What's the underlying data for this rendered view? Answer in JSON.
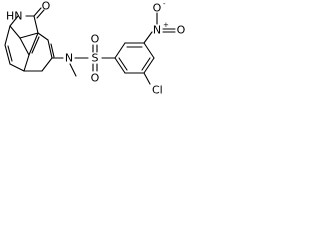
{
  "molecule": {
    "atoms": {
      "nh": "HN",
      "o_lactam": "O",
      "n_sulfonamide": "N",
      "s": "S",
      "o_s_top": "O",
      "o_s_bottom": "O",
      "cl": "Cl",
      "n_nitro": "N",
      "o_nitro_top": "O",
      "o_nitro_side": "O",
      "plus": "+",
      "minus": "-"
    }
  }
}
